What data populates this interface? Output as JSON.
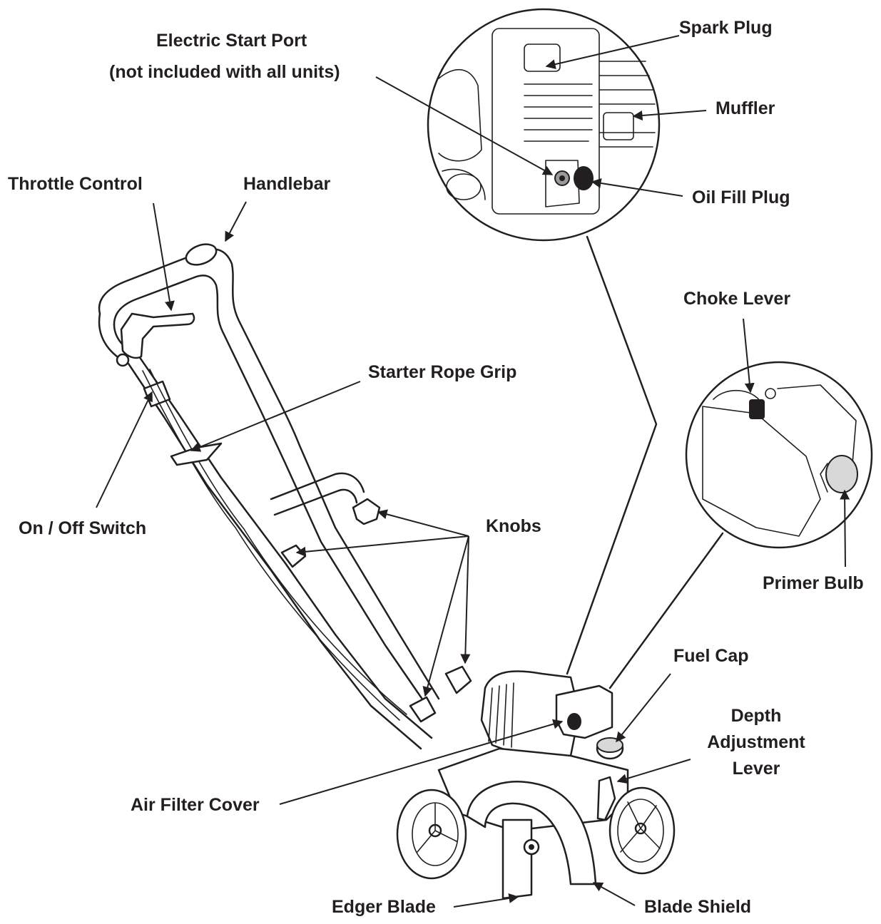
{
  "labels": {
    "electric_start_port": "Electric Start Port",
    "electric_start_note": "(not included with all units)",
    "spark_plug": "Spark Plug",
    "muffler": "Muffler",
    "oil_fill_plug": "Oil Fill Plug",
    "throttle_control": "Throttle Control",
    "handlebar": "Handlebar",
    "choke_lever": "Choke Lever",
    "starter_rope_grip": "Starter Rope Grip",
    "knobs": "Knobs",
    "on_off_switch": "On / Off Switch",
    "primer_bulb": "Primer Bulb",
    "fuel_cap": "Fuel Cap",
    "depth_line1": "Depth",
    "depth_line2": "Adjustment",
    "depth_line3": "Lever",
    "air_filter_cover": "Air Filter Cover",
    "edger_blade": "Edger Blade",
    "blade_shield": "Blade Shield"
  },
  "colors": {
    "ink": "#231f20",
    "background": "#ffffff",
    "shade": "#d8d8d8"
  }
}
